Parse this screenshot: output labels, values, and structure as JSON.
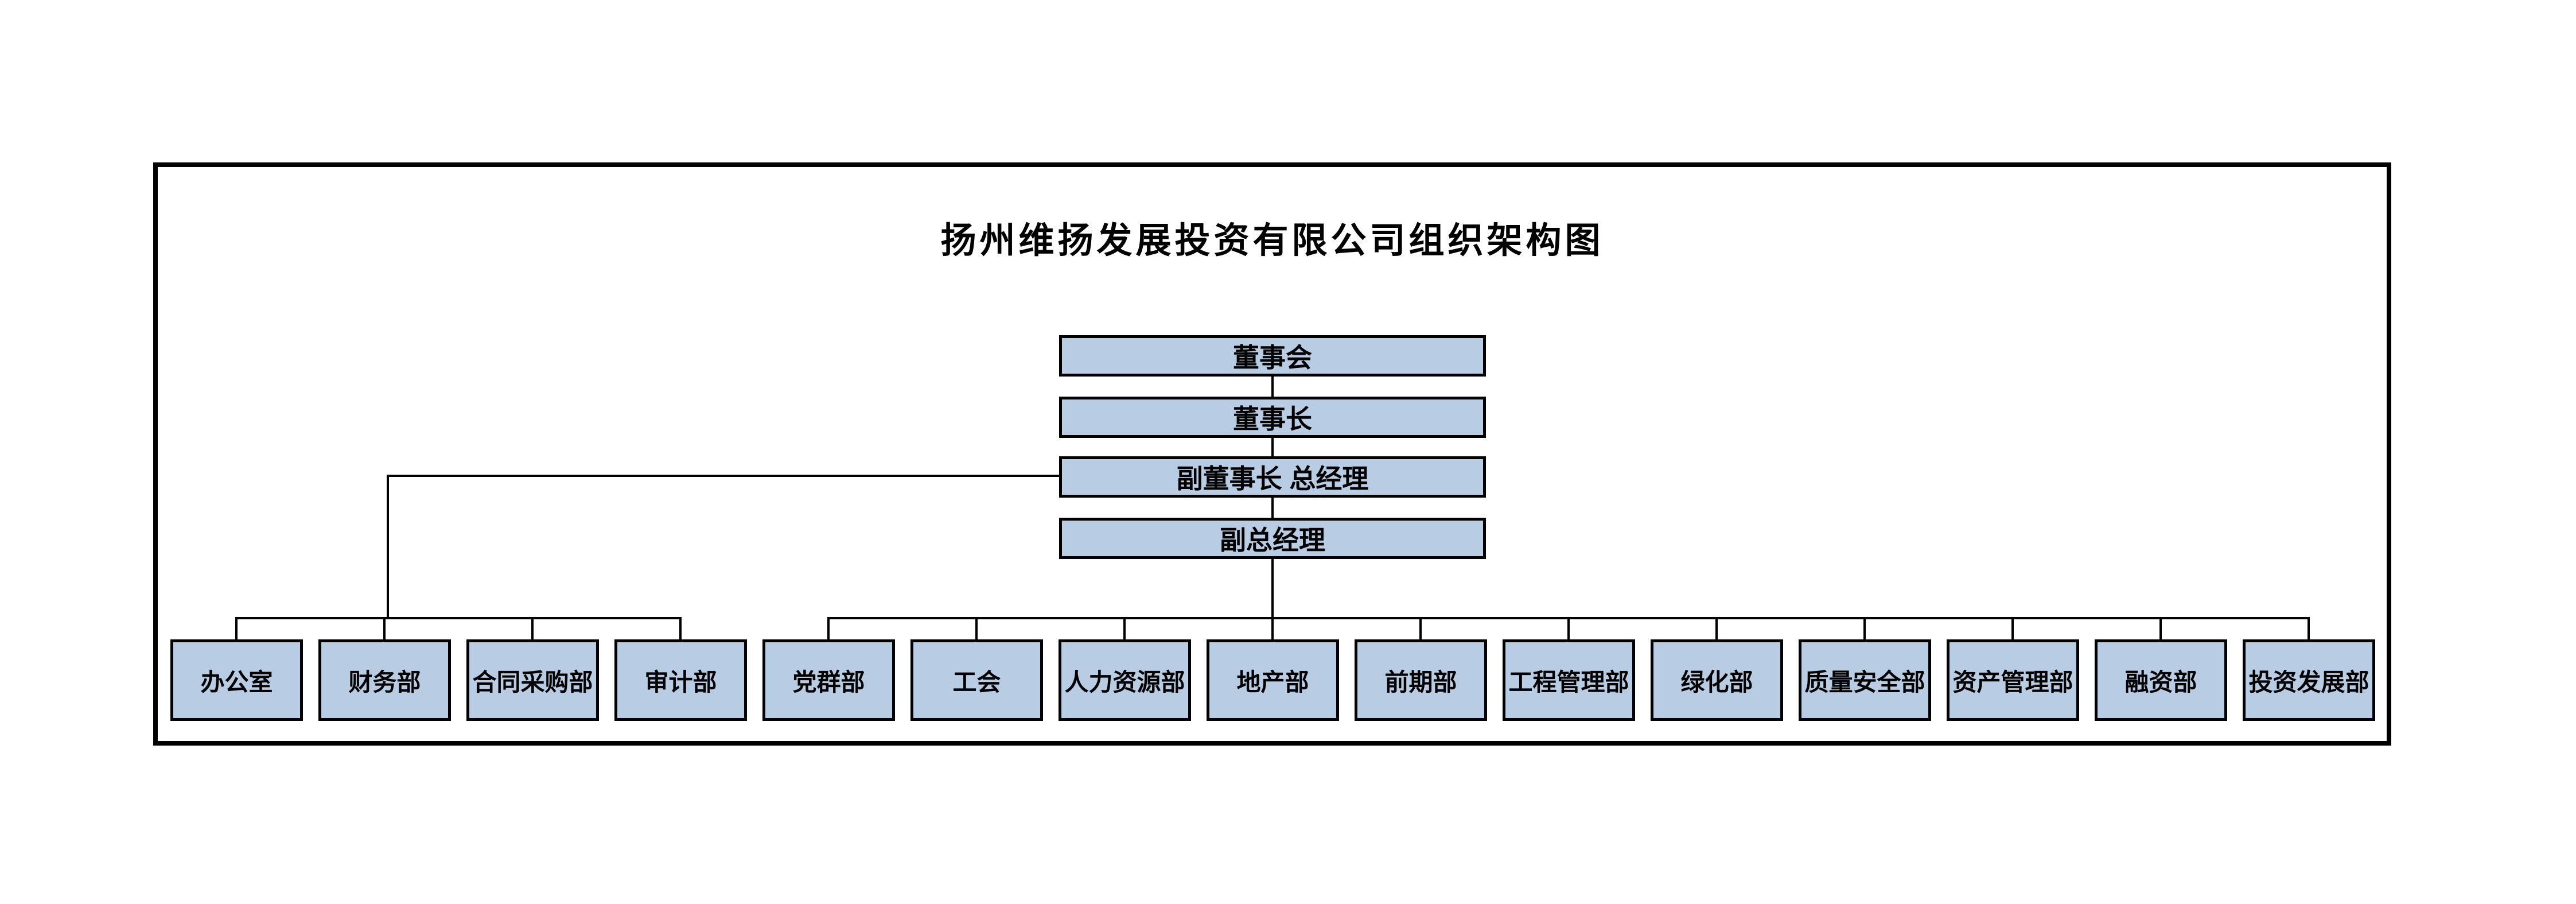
{
  "title": "扬州维扬发展投资有限公司组织架构图",
  "colors": {
    "node_fill": "#b8cce4",
    "line_and_border": "#000000",
    "background": "#ffffff",
    "text": "#000000"
  },
  "hierarchy": {
    "levels": [
      {
        "label": "董事会"
      },
      {
        "label": "董事长"
      },
      {
        "label": "副董事长 总经理"
      },
      {
        "label": "副总经理"
      }
    ]
  },
  "departments": {
    "left_group_parent": "副董事长 总经理",
    "left_group": [
      {
        "label": "办公室"
      },
      {
        "label": "财务部"
      },
      {
        "label": "合同采购部"
      },
      {
        "label": "审计部"
      }
    ],
    "right_group_parent": "副总经理",
    "right_group": [
      {
        "label": "党群部"
      },
      {
        "label": "工会"
      },
      {
        "label": "人力资源部"
      },
      {
        "label": "地产部"
      },
      {
        "label": "前期部"
      },
      {
        "label": "工程管理部"
      },
      {
        "label": "绿化部"
      },
      {
        "label": "质量安全部"
      },
      {
        "label": "资产管理部"
      },
      {
        "label": "融资部"
      },
      {
        "label": "投资发展部"
      }
    ]
  }
}
